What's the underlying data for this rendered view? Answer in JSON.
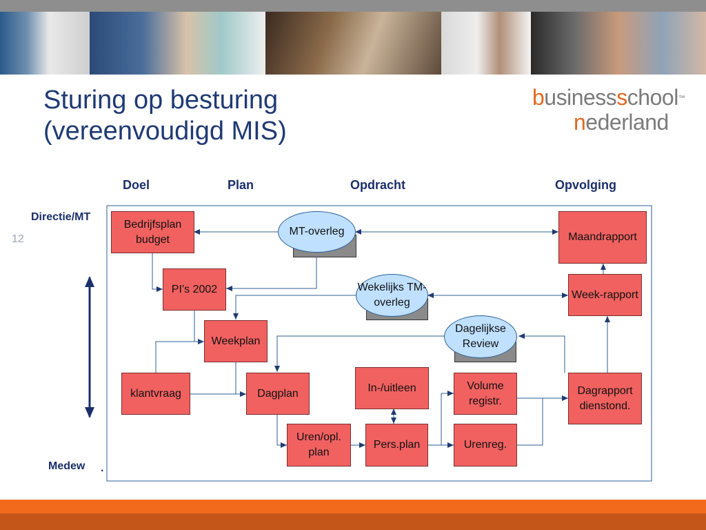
{
  "title": {
    "line1": "Sturing op besturing",
    "line2": "(vereenvoudigd MIS)"
  },
  "logo": {
    "word1_accent": "b",
    "word1_rest_a": "usiness",
    "word1_accent2": "s",
    "word1_rest_b": "chool",
    "tm": "™",
    "word2_accent": "n",
    "word2_rest": "ederland"
  },
  "slide_number": "12",
  "columns": {
    "doel": "Doel",
    "plan": "Plan",
    "opdracht": "Opdracht",
    "opvolging": "Opvolging"
  },
  "rows": {
    "top": "Directie/MT",
    "bottom": "Medew",
    "bottom_dot": "."
  },
  "boxes": {
    "bedrijfsplan": "Bedrijfsplan budget",
    "pis": "PI’s 2002",
    "weekplan": "Weekplan",
    "klantvraag": "klantvraag",
    "dagplan": "Dagplan",
    "uren_opl_plan": "Uren/opl. plan",
    "pers_plan": "Pers.plan",
    "in_uitleen": "In-/uitleen",
    "volume_registr": "Volume registr.",
    "urenreg": "Urenreg.",
    "dagrapport": "Dagrapport dienstond.",
    "week_rapport": "Week-rapport",
    "maandrapport": "Maandrapport"
  },
  "ovals": {
    "mt_overleg": "MT-overleg",
    "wekelijks": "Wekelijks TM-overleg",
    "dagelijkse": "Dagelijkse Review"
  },
  "colors": {
    "title": "#1f3a73",
    "box_fill": "#f06160",
    "oval_fill": "#bfe0ff",
    "line": "#2c5f95",
    "orange": "#f26b1d",
    "dark_orange": "#c4561a"
  }
}
